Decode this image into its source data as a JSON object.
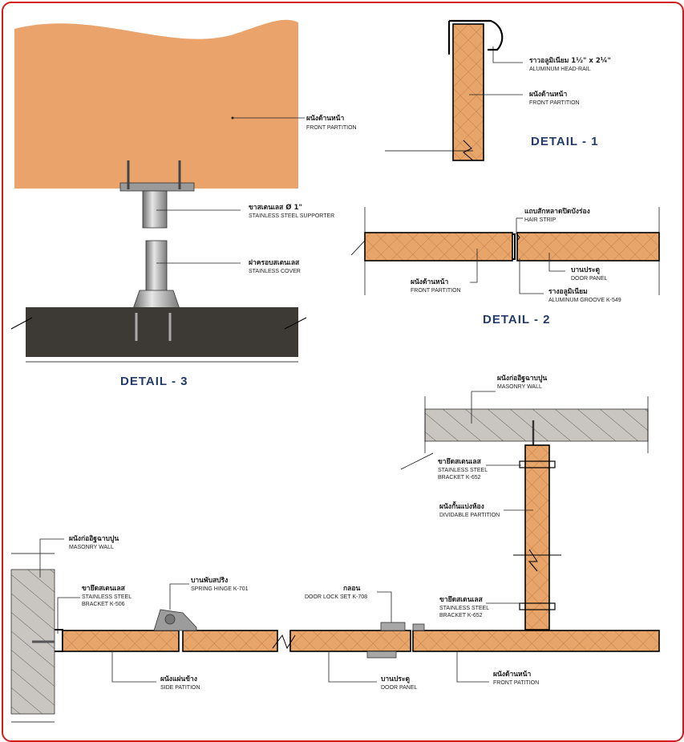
{
  "detail1": {
    "title": "DETAIL - 1",
    "headrail_th": "ราวอลูมิเนียม 1½\" x 2¼\"",
    "headrail_en": "ALUMINUM HEAD-RAIL",
    "front_th": "ผนังด้านหน้า",
    "front_en": "FRONT PARTITION"
  },
  "detail2": {
    "title": "DETAIL - 2",
    "hair_th": "แถบสักหลาดปิดบังร่อง",
    "hair_en": "HAIR STRIP",
    "door_th": "บานประตู",
    "door_en": "DOOR PANEL",
    "front_th": "ผนังด้านหน้า",
    "front_en": "FRONT PARTITION",
    "groove_th": "รางอลูมิเนียม",
    "groove_en": "ALUMINUM GROOVE K-549"
  },
  "detail3": {
    "title": "DETAIL - 3",
    "front_th": "ผนังด้านหน้า",
    "front_en": "FRONT PARTITION",
    "support_th": "ขาสเตนเลส Ø 1\"",
    "support_en": "STAINLESS STEEL SUPPORTER",
    "cover_th": "ฝาครอบสเตนเลส",
    "cover_en": "STAINLESS COVER"
  },
  "plan": {
    "masonry_top_th": "ผนังก่ออิฐฉาบปูน",
    "masonry_top_en": "MASONRY WALL",
    "bracket652a_th": "ขายึดสเตนเลส",
    "bracket652a_en1": "STAINLESS STEEL",
    "bracket652a_en2": "BRACKET K-652",
    "divide_th": "ผนังกั้นแบ่งห้อง",
    "divide_en": "DIVIDABLE PARTITION",
    "bracket652b_th": "ขายึดสเตนเลส",
    "bracket652b_en1": "STAINLESS STEEL",
    "bracket652b_en2": "BRACKET K-652",
    "masonry_left_th": "ผนังก่ออิฐฉาบปูน",
    "masonry_left_en": "MASONRY WALL",
    "bracket506_th": "ขายึดสเตนเลส",
    "bracket506_en1": "STAINLESS STEEL",
    "bracket506_en2": "BRACKET K-506",
    "hinge_th": "บานพับสปริง",
    "hinge_en": "SPRING HINGE K-701",
    "lock_th": "กลอน",
    "lock_en": "DOOR LOCK SET K-708",
    "side_th": "ผนังแผ่นข้าง",
    "side_en": "SIDE PATITION",
    "doorpanel_th": "บานประตู",
    "doorpanel_en": "DOOR PANEL",
    "frontpat_th": "ผนังด้านหน้า",
    "frontpat_en": "FRONT PATITION"
  },
  "colors": {
    "panel": "#e8a56a",
    "panel_big": "#e9a36b",
    "floor": "#3d3a36",
    "wall": "#c9c6c2",
    "steel": "#b8b8b8",
    "title": "#243b6b",
    "frame": "#d61a1a"
  }
}
